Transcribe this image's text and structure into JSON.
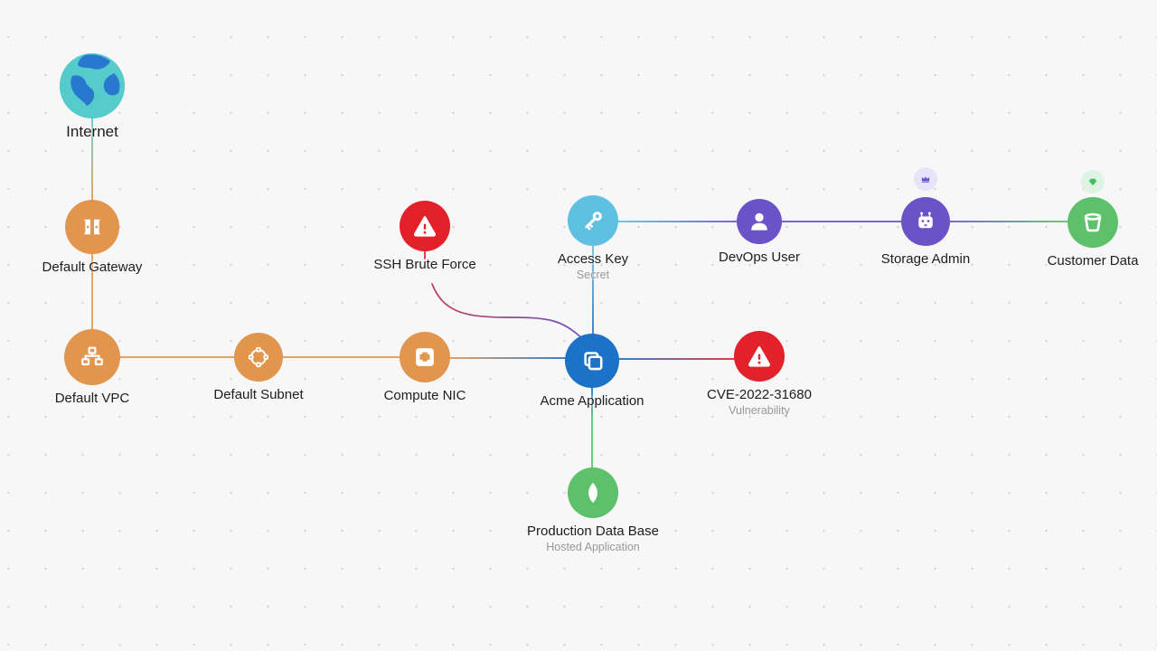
{
  "diagram": {
    "type": "security-graph",
    "nodes": {
      "internet": {
        "label": "Internet",
        "icon": "globe-icon",
        "color_key": "globe"
      },
      "default_gateway": {
        "label": "Default Gateway",
        "icon": "gateway-icon",
        "color_key": "orange"
      },
      "default_vpc": {
        "label": "Default VPC",
        "icon": "vpc-network-icon",
        "color_key": "orange"
      },
      "default_subnet": {
        "label": "Default Subnet",
        "icon": "subnet-ring-icon",
        "color_key": "orange"
      },
      "compute_nic": {
        "label": "Compute NIC",
        "icon": "ethernet-port-icon",
        "color_key": "orange"
      },
      "ssh_brute_force": {
        "label": "SSH Brute Force",
        "icon": "warning-icon",
        "color_key": "red"
      },
      "acme_application": {
        "label": "Acme Application",
        "icon": "copies-icon",
        "color_key": "blue"
      },
      "access_key": {
        "label": "Access Key",
        "sublabel": "Secret",
        "icon": "key-icon",
        "color_key": "cyan"
      },
      "devops_user": {
        "label": "DevOps User",
        "icon": "user-icon",
        "color_key": "purple"
      },
      "storage_admin": {
        "label": "Storage Admin",
        "icon": "robot-icon",
        "color_key": "purple",
        "badge": "crown"
      },
      "customer_data": {
        "label": "Customer Data",
        "icon": "bucket-icon",
        "color_key": "green",
        "badge": "gem"
      },
      "cve": {
        "label": "CVE-2022-31680",
        "sublabel": "Vulnerability",
        "icon": "warning-icon",
        "color_key": "red"
      },
      "production_db": {
        "label": "Production Data Base",
        "sublabel": "Hosted Application",
        "icon": "leaf-icon",
        "color_key": "green"
      }
    },
    "edges": [
      {
        "from": "Internet",
        "to": "Default Gateway"
      },
      {
        "from": "Default Gateway",
        "to": "Default VPC"
      },
      {
        "from": "Default VPC",
        "to": "Default Subnet"
      },
      {
        "from": "Default Subnet",
        "to": "Compute NIC"
      },
      {
        "from": "Compute NIC",
        "to": "Acme Application"
      },
      {
        "from": "SSH Brute Force",
        "to": "Acme Application"
      },
      {
        "from": "Access Key",
        "to": "Acme Application"
      },
      {
        "from": "Access Key",
        "to": "DevOps User"
      },
      {
        "from": "DevOps User",
        "to": "Storage Admin"
      },
      {
        "from": "Storage Admin",
        "to": "Customer Data"
      },
      {
        "from": "Acme Application",
        "to": "CVE-2022-31680"
      },
      {
        "from": "Acme Application",
        "to": "Production Data Base"
      }
    ]
  },
  "colors": {
    "bg": "#f7f7f8",
    "dot": "#d8d5d9",
    "label": "#1d1d1f",
    "sublabel": "#98979b",
    "globe": "#56cbcb",
    "globe_land": "#2878cf",
    "orange": "#e2954d",
    "blue": "#1b72c7",
    "cyan": "#5ec1e0",
    "purple": "#6a53c6",
    "green": "#5cc16a",
    "red": "#e3212b",
    "curve_red": "#c53b55",
    "crown_badge_bg": "#e7e3f8",
    "gem_badge_bg": "#def3e2",
    "gem": "#46be5e"
  }
}
